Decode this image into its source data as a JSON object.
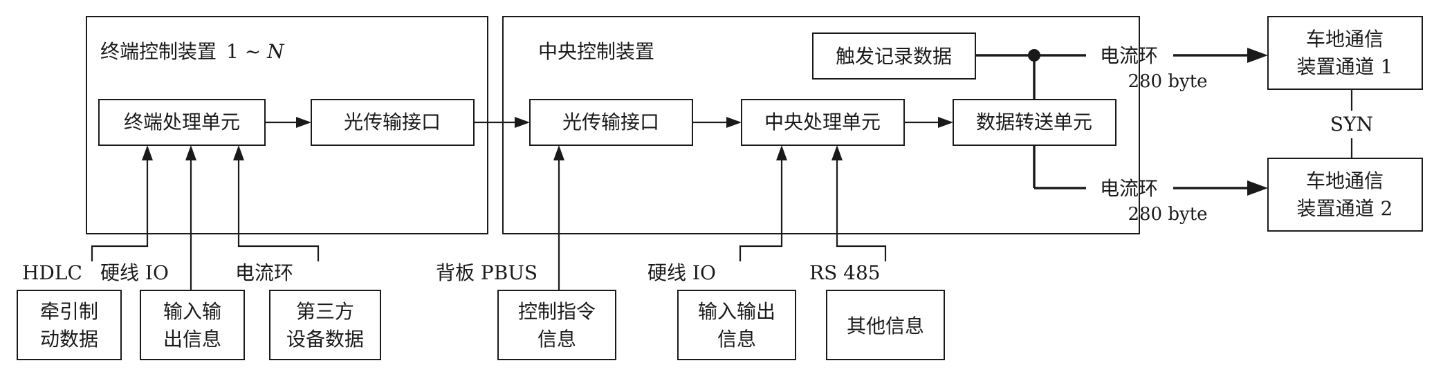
{
  "terminal_device": {
    "title": "终端控制装置",
    "title_range": "1 ~ ",
    "title_n": "N"
  },
  "central_device": {
    "title": "中央控制装置"
  },
  "blocks": {
    "terminal_processing": "终端处理单元",
    "optical_interface_1": "光传输接口",
    "optical_interface_2": "光传输接口",
    "central_processing": "中央处理单元",
    "data_transfer": "数据转送单元",
    "trigger_record": "触发记录数据"
  },
  "outputs": {
    "channel_1": [
      "车地通信",
      "装置通道 1"
    ],
    "channel_2": [
      "车地通信",
      "装置通道 2"
    ],
    "current_loop_1": "电流环",
    "current_loop_2": "电流环",
    "bytes_1": "280 byte",
    "bytes_2": "280 byte",
    "sync": "SYN"
  },
  "terminal_inputs": {
    "labels": {
      "hdlc": "HDLC",
      "hardwire_io": "硬线  IO",
      "current_loop": "电流环"
    },
    "traction": [
      "牵引制",
      "动数据"
    ],
    "io_info": [
      "输入输",
      "出信息"
    ],
    "third_party": [
      "第三方",
      "设备数据"
    ]
  },
  "central_inputs": {
    "labels": {
      "backplane": "背板  PBUS",
      "hardwire_io": "硬线  IO",
      "rs485": "RS 485"
    },
    "control_cmd": [
      "控制指令",
      "信息"
    ],
    "io_info": [
      "输入输出",
      "信息"
    ],
    "other_info": "其他信息"
  }
}
